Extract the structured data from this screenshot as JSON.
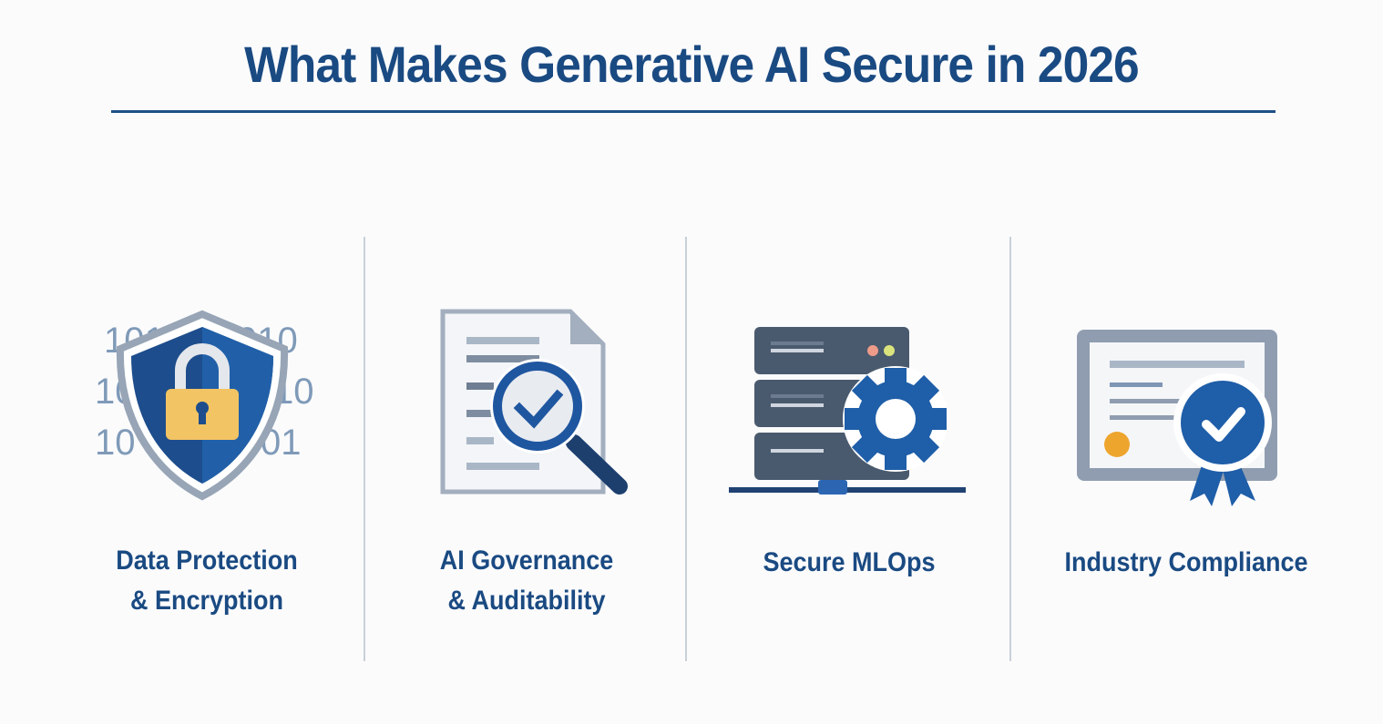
{
  "header": {
    "title": "What Makes Generative AI Secure in 2026"
  },
  "pillars": [
    {
      "label_line1": "Data Protection",
      "label_line2": "& Encryption",
      "icon": "shield-lock-icon"
    },
    {
      "label_line1": "AI Governance",
      "label_line2": "& Auditability",
      "icon": "document-audit-icon"
    },
    {
      "label_line1": "Secure MLOps",
      "label_line2": "",
      "icon": "server-gear-icon"
    },
    {
      "label_line1": "Industry Compliance",
      "label_line2": "",
      "icon": "certificate-badge-icon"
    }
  ],
  "binary_text": {
    "row1_left": "101",
    "row1_right": "010",
    "row2_left": "10",
    "row2_right": "10",
    "row3_left": "10",
    "row3_right": "01"
  },
  "colors": {
    "primary": "#1a4a82",
    "accent_blue": "#1f5ea8",
    "gray": "#8f9db0",
    "gold": "#f3c463",
    "orange": "#eea52e"
  }
}
